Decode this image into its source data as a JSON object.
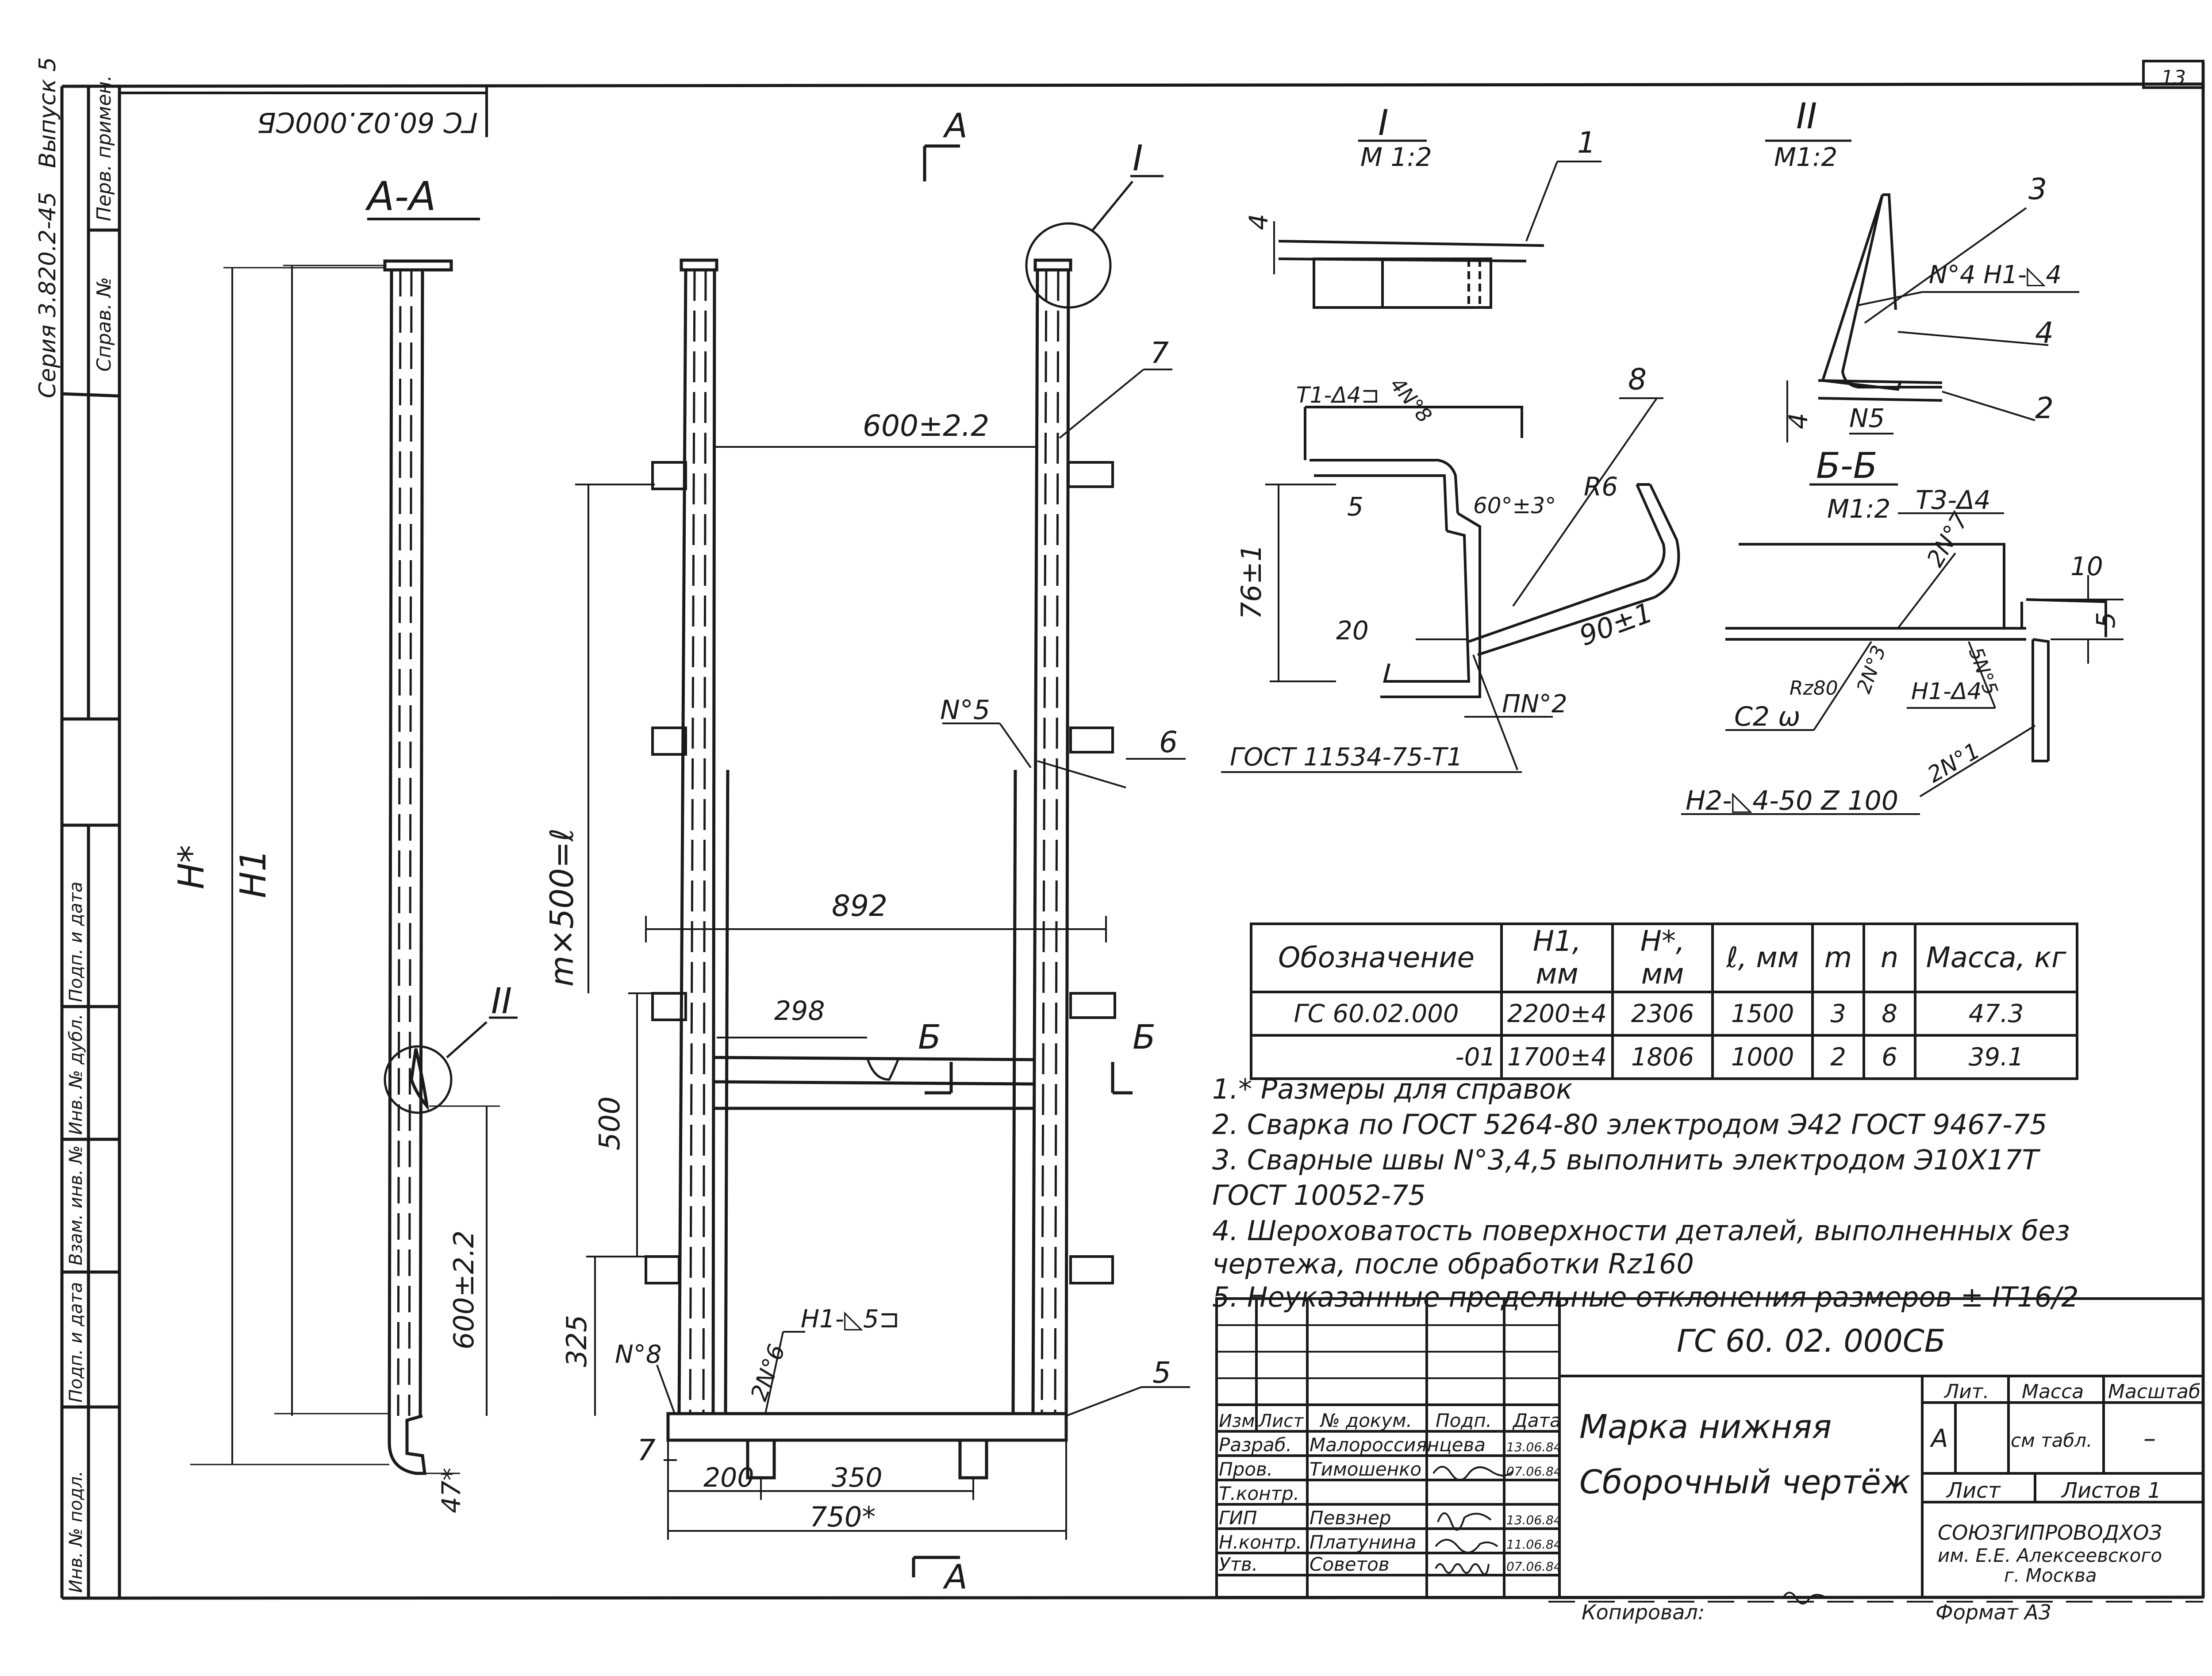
{
  "sheet": {
    "number": "13",
    "code_rotated": "ГС 60.02.000СБ",
    "copied_by": "Копировал:",
    "format": "Формат А3"
  },
  "side_column": {
    "top": [
      "Серия 3.820.2-45",
      "Выпуск 5",
      "Справ. №",
      "Перв. примен."
    ],
    "bottom": [
      "Инв. № подл.",
      "Подп. и дата",
      "Взам. инв. №",
      "Инв. № дубл.",
      "Подп. и дата"
    ]
  },
  "views": {
    "section_aa": "А-А",
    "section_bb": "Б-Б",
    "detail_1": "I",
    "detail_1_scale": "М 1:2",
    "detail_2": "II",
    "detail_2_scale": "М1:2",
    "bb_scale": "М1:2",
    "cut_a": "А",
    "cut_b": "Б"
  },
  "dimensions": {
    "h_star": "H*",
    "h1": "H1",
    "d600_left": "600±2.2",
    "d47": "47*",
    "d600_top": "600±2.2",
    "mx500": "m×500=ℓ",
    "d892": "892",
    "d298": "298",
    "d500": "500",
    "d325": "325",
    "d200": "200",
    "d350": "350",
    "d750": "750*",
    "d4a": "4",
    "d4b": "4",
    "d5": "5",
    "d20": "20",
    "d76": "76±1",
    "d60": "60°±3°",
    "r6": "R6",
    "d90": "90±1",
    "d10": "10",
    "d5b": "5"
  },
  "callouts": {
    "c1": "1",
    "c2": "2",
    "c3": "3",
    "c4": "4",
    "c5": "5",
    "c6": "6",
    "c7": "7",
    "c7b": "7",
    "c8": "8",
    "n5": "N°5",
    "n8": "N°8",
    "n2n6": "2N°6",
    "h1_5": "Н1-◺5⊐",
    "t1_4": "Т1-Δ4⊐",
    "n4n8": "4N°8",
    "pn2": "ПN°2",
    "gost": "ГОСТ 11534-75-Т1",
    "n4_h1": "N°4  Н1-◺4",
    "n5b": "N5",
    "t3_4": "Т3-Δ4",
    "n2n7": "2N°7",
    "rz80": "Rz80",
    "c2w": "С2 ω",
    "n2n3": "2N°3",
    "n5n5": "5N°5",
    "h1_4": "Н1-Δ4",
    "n2n1": "2N°1",
    "h2": "Н2-◺4-50 Z 100"
  },
  "spec_table": {
    "headers": [
      "Обозначение",
      "H1, мм",
      "H*, мм",
      "ℓ, мм",
      "m",
      "n",
      "Масса, кг"
    ],
    "rows": [
      [
        "ГС 60.02.000",
        "2200±4",
        "2306",
        "1500",
        "3",
        "8",
        "47.3"
      ],
      [
        "-01",
        "1700±4",
        "1806",
        "1000",
        "2",
        "6",
        "39.1"
      ]
    ]
  },
  "notes": [
    "1.* Размеры для справок",
    "2. Сварка по ГОСТ 5264-80 электродом Э42 ГОСТ 9467-75",
    "3. Сварные швы N°3,4,5 выполнить электродом Э10Х17Т",
    "    ГОСТ 10052-75",
    "4. Шероховатость поверхности деталей, выполненных без",
    "чертежа, после обработки Rz160",
    "5. Неуказанные предельные отклонения размеров ± IT16/2"
  ],
  "title_block": {
    "designation": "ГС 60. 02. 000СБ",
    "name_line1": "Марка нижняя",
    "name_line2": "Сборочный чертёж",
    "hdr_change": "Изм.",
    "hdr_sheet": "Лист",
    "hdr_doc": "№ докум.",
    "hdr_sign": "Подп.",
    "hdr_date": "Дата",
    "lit_label": "Лит.",
    "mass_label": "Масса",
    "scale_label": "Масштаб",
    "lit_value": "А",
    "mass_value": "см табл.",
    "scale_value": "–",
    "sheet_label": "Лист",
    "sheets_label": "Листов 1",
    "org_line1": "СОЮЗГИПРОВОДХОЗ",
    "org_line2": "им. Е.Е. Алексеевского",
    "org_line3": "г. Москва",
    "people": [
      {
        "role": "Разраб.",
        "name": "Малороссиянцева",
        "date": "13.06.84"
      },
      {
        "role": "Пров.",
        "name": "Тимошенко",
        "date": "07.06.84"
      },
      {
        "role": "Т.контр.",
        "name": "",
        "date": ""
      },
      {
        "role": "ГИП",
        "name": "Певзнер",
        "date": "13.06.84"
      },
      {
        "role": "Н.контр.",
        "name": "Платунина",
        "date": "11.06.84"
      },
      {
        "role": "Утв.",
        "name": "Советов",
        "date": "07.06.84"
      }
    ]
  }
}
